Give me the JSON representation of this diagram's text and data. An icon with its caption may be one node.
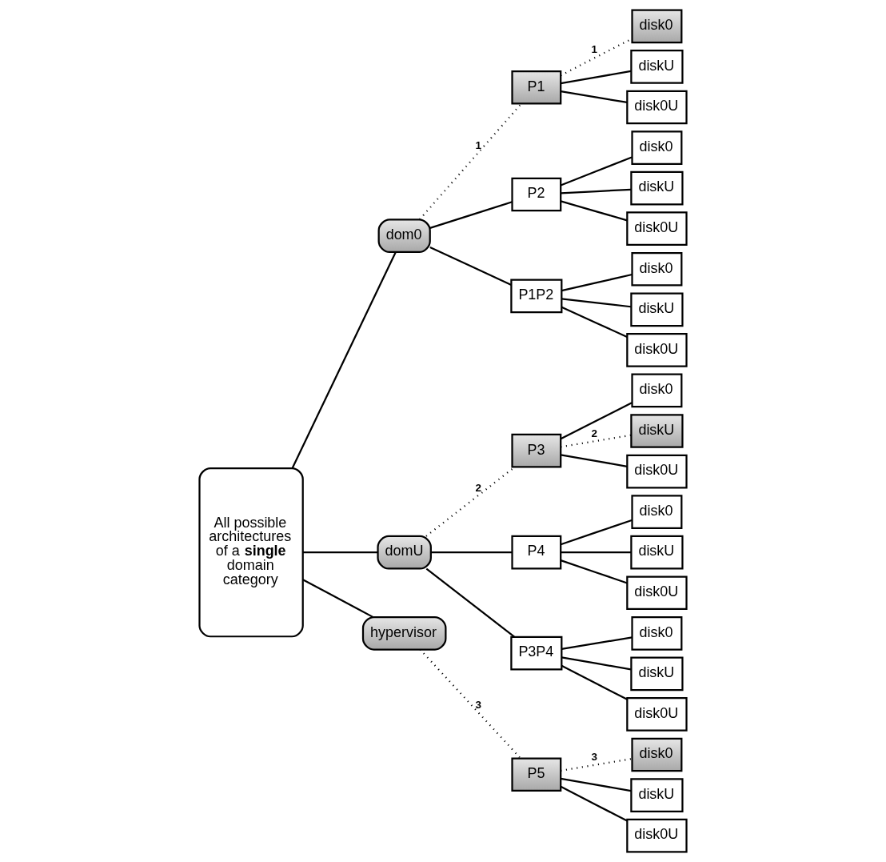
{
  "diagram": {
    "nodes": [
      {
        "text": [
          "All possible architectures of a **single** domain category"
        ]
      },
      {
        "text": [
          "dom0"
        ]
      },
      {
        "text": [
          "domU"
        ]
      },
      {
        "text": [
          "hypervisor"
        ]
      },
      {
        "text": [
          "P1"
        ]
      },
      {
        "text": [
          "P2"
        ]
      },
      {
        "text": [
          "P1P2"
        ]
      },
      {
        "text": [
          "P3"
        ]
      },
      {
        "text": [
          "P4"
        ]
      },
      {
        "text": [
          "P3P4"
        ]
      },
      {
        "text": [
          "P5"
        ]
      },
      {
        "text": [
          "disk0"
        ]
      },
      {
        "text": [
          "diskU"
        ]
      },
      {
        "text": [
          "disk0U"
        ]
      },
      {
        "text": [
          "disk0"
        ]
      },
      {
        "text": [
          "diskU"
        ]
      },
      {
        "text": [
          "disk0U"
        ]
      },
      {
        "text": [
          "disk0"
        ]
      },
      {
        "text": [
          "diskU"
        ]
      },
      {
        "text": [
          "disk0U"
        ]
      },
      {
        "text": [
          "disk0"
        ]
      },
      {
        "text": [
          "diskU"
        ]
      },
      {
        "text": [
          "disk0U"
        ]
      },
      {
        "text": [
          "disk0"
        ]
      },
      {
        "text": [
          "diskU"
        ]
      },
      {
        "text": [
          "disk0U"
        ]
      },
      {
        "text": [
          "disk0"
        ]
      },
      {
        "text": [
          "diskU"
        ]
      },
      {
        "text": [
          "disk0U"
        ]
      },
      {
        "text": [
          "disk0"
        ]
      },
      {
        "text": [
          "diskU"
        ]
      },
      {
        "text": [
          "disk0U"
        ]
      }
    ],
    "edges": [
      {
        "from": 0,
        "to": 1,
        "arrow": "none"
      },
      {
        "from": 0,
        "to": 2,
        "arrow": "none"
      },
      {
        "from": 0,
        "to": 3,
        "arrow": "none"
      },
      {
        "from": 1,
        "to": 4,
        "arrow": "none",
        "label": "1",
        "style": "dashed"
      },
      {
        "from": 1,
        "to": 5,
        "arrow": "none"
      },
      {
        "from": 1,
        "to": 6,
        "arrow": "none"
      },
      {
        "from": 2,
        "to": 7,
        "arrow": "none",
        "label": "2",
        "style": "dashed"
      },
      {
        "from": 2,
        "to": 8,
        "arrow": "none"
      },
      {
        "from": 2,
        "to": 9,
        "arrow": "none"
      },
      {
        "from": 3,
        "to": 10,
        "arrow": "none",
        "label": "3",
        "style": "dashed"
      },
      {
        "from": 4,
        "to": 11,
        "arrow": "none",
        "label": "1",
        "style": "dashed"
      },
      {
        "from": 4,
        "to": 12,
        "arrow": "none"
      },
      {
        "from": 4,
        "to": 13,
        "arrow": "none"
      },
      {
        "from": 5,
        "to": 14,
        "arrow": "none"
      },
      {
        "from": 5,
        "to": 15,
        "arrow": "none"
      },
      {
        "from": 5,
        "to": 16,
        "arrow": "none"
      },
      {
        "from": 6,
        "to": 17,
        "arrow": "none"
      },
      {
        "from": 6,
        "to": 18,
        "arrow": "none"
      },
      {
        "from": 6,
        "to": 19,
        "arrow": "none"
      },
      {
        "from": 7,
        "to": 20,
        "arrow": "none"
      },
      {
        "from": 7,
        "to": 21,
        "arrow": "none",
        "label": "2",
        "style": "dashed"
      },
      {
        "from": 7,
        "to": 22,
        "arrow": "none"
      },
      {
        "from": 8,
        "to": 23,
        "arrow": "none"
      },
      {
        "from": 8,
        "to": 24,
        "arrow": "none"
      },
      {
        "from": 8,
        "to": 25,
        "arrow": "none"
      },
      {
        "from": 9,
        "to": 26,
        "arrow": "none"
      },
      {
        "from": 9,
        "to": 27,
        "arrow": "none"
      },
      {
        "from": 9,
        "to": 28,
        "arrow": "none"
      },
      {
        "from": 10,
        "to": 29,
        "arrow": "none",
        "label": "3",
        "style": "dashed"
      },
      {
        "from": 10,
        "to": 30,
        "arrow": "none"
      },
      {
        "from": 10,
        "to": 31,
        "arrow": "none"
      }
    ]
  }
}
